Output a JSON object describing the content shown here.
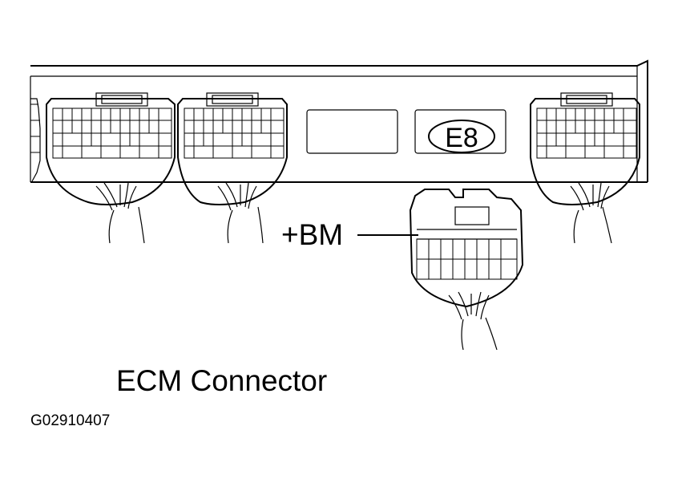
{
  "title": "ECM Connector",
  "pin_label": "+BM",
  "connector_id": "E8",
  "figure_code": "G02910407",
  "colors": {
    "line": "#000000",
    "background": "#ffffff"
  }
}
